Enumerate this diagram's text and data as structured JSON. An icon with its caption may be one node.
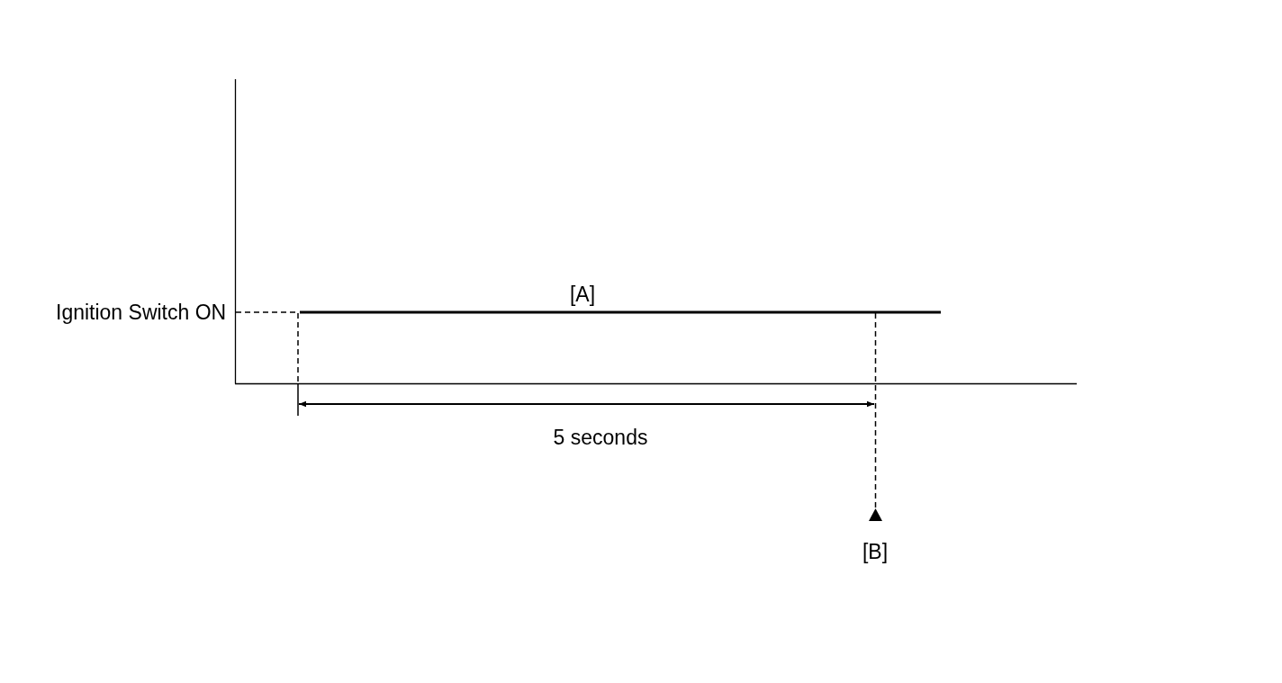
{
  "diagram": {
    "labels": [
      "Ignition Switch ON",
      "[A]",
      "5 seconds",
      "[B]"
    ]
  }
}
